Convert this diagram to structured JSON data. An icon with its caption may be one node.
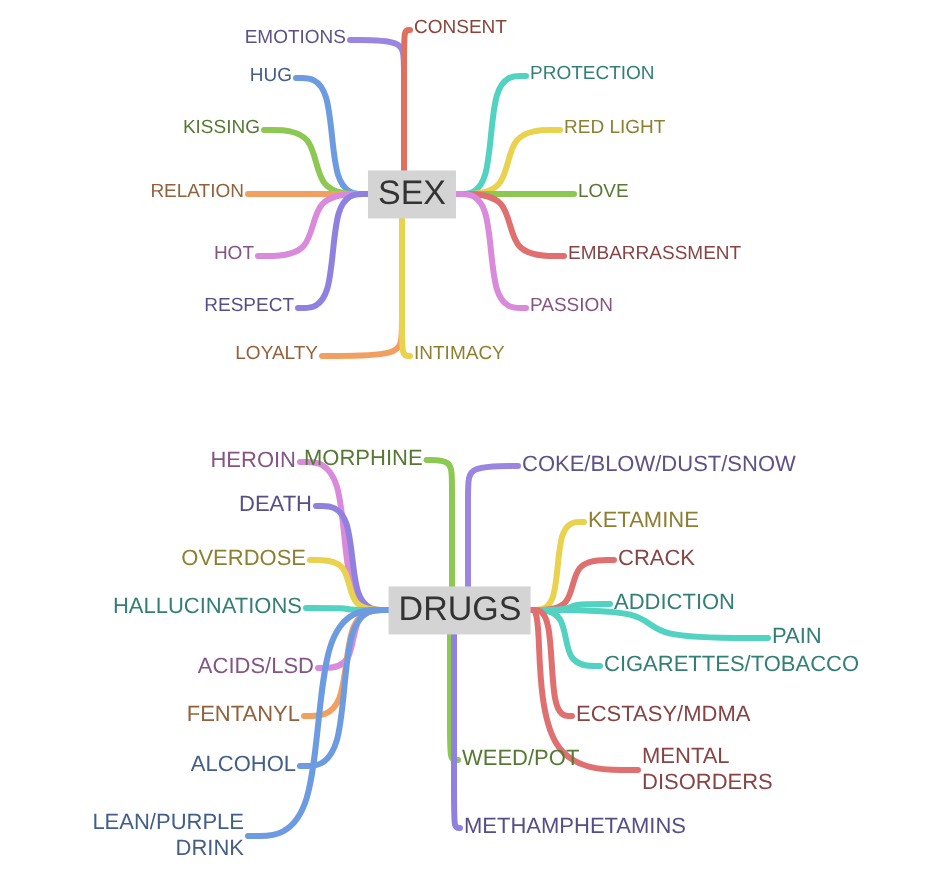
{
  "diagram": {
    "nodes": [
      {
        "text": [
          "SEX"
        ]
      },
      {
        "text": [
          "EMOTIONS"
        ]
      },
      {
        "text": [
          "CONSENT"
        ]
      },
      {
        "text": [
          "HUG"
        ]
      },
      {
        "text": [
          "PROTECTION"
        ]
      },
      {
        "text": [
          "KISSING"
        ]
      },
      {
        "text": [
          "RED LIGHT"
        ]
      },
      {
        "text": [
          "RELATION"
        ]
      },
      {
        "text": [
          "LOVE"
        ]
      },
      {
        "text": [
          "HOT"
        ]
      },
      {
        "text": [
          "EMBARRASSMENT"
        ]
      },
      {
        "text": [
          "RESPECT"
        ]
      },
      {
        "text": [
          "PASSION"
        ]
      },
      {
        "text": [
          "LOYALTY"
        ]
      },
      {
        "text": [
          "INTIMACY"
        ]
      },
      {
        "text": [
          "DRUGS"
        ]
      },
      {
        "text": [
          "HEROIN"
        ]
      },
      {
        "text": [
          "MORPHINE"
        ]
      },
      {
        "text": [
          "COKE/BLOW/DUST/SNOW"
        ]
      },
      {
        "text": [
          "DEATH"
        ]
      },
      {
        "text": [
          "KETAMINE"
        ]
      },
      {
        "text": [
          "CRACK"
        ]
      },
      {
        "text": [
          "OVERDOSE"
        ]
      },
      {
        "text": [
          "ADDICTION"
        ]
      },
      {
        "text": [
          "HALLUCINATIONS"
        ]
      },
      {
        "text": [
          "PAIN"
        ]
      },
      {
        "text": [
          "CIGARETTES/TOBACCO"
        ]
      },
      {
        "text": [
          "ACIDS/LSD"
        ]
      },
      {
        "text": [
          "FENTANYL"
        ]
      },
      {
        "text": [
          "ECSTASY/MDMA"
        ]
      },
      {
        "text": [
          "WEED/POT"
        ]
      },
      {
        "text": [
          "MENTAL DISORDERS"
        ]
      },
      {
        "text": [
          "ALCOHOL"
        ]
      },
      {
        "text": [
          "METHAMPHETAMINS"
        ]
      },
      {
        "text": [
          "LEAN/PURPLE DRINK"
        ]
      }
    ],
    "edges": [
      {
        "from": 0,
        "to": 1,
        "arrow": "none",
        "color": "#9a86e0"
      },
      {
        "from": 0,
        "to": 2,
        "arrow": "none",
        "color": "#e0705e"
      },
      {
        "from": 0,
        "to": 3,
        "arrow": "none",
        "color": "#6d9be2"
      },
      {
        "from": 0,
        "to": 4,
        "arrow": "none",
        "color": "#52d2c0"
      },
      {
        "from": 0,
        "to": 5,
        "arrow": "none",
        "color": "#8cc852"
      },
      {
        "from": 0,
        "to": 6,
        "arrow": "none",
        "color": "#e8d24e"
      },
      {
        "from": 0,
        "to": 7,
        "arrow": "none",
        "color": "#f2a062"
      },
      {
        "from": 0,
        "to": 8,
        "arrow": "none",
        "color": "#8cc852"
      },
      {
        "from": 0,
        "to": 9,
        "arrow": "none",
        "color": "#da8ada"
      },
      {
        "from": 0,
        "to": 10,
        "arrow": "none",
        "color": "#e07070"
      },
      {
        "from": 0,
        "to": 11,
        "arrow": "none",
        "color": "#9080e0"
      },
      {
        "from": 0,
        "to": 12,
        "arrow": "none",
        "color": "#da8ada"
      },
      {
        "from": 0,
        "to": 13,
        "arrow": "none",
        "color": "#f2a062"
      },
      {
        "from": 0,
        "to": 14,
        "arrow": "none",
        "color": "#e8d24e"
      },
      {
        "from": 15,
        "to": 16,
        "arrow": "none",
        "color": "#da8ada"
      },
      {
        "from": 15,
        "to": 17,
        "arrow": "none",
        "color": "#8cc852"
      },
      {
        "from": 15,
        "to": 18,
        "arrow": "none",
        "color": "#9a86e0"
      },
      {
        "from": 15,
        "to": 19,
        "arrow": "none",
        "color": "#9080e0"
      },
      {
        "from": 15,
        "to": 20,
        "arrow": "none",
        "color": "#e8d24e"
      },
      {
        "from": 15,
        "to": 21,
        "arrow": "none",
        "color": "#e07070"
      },
      {
        "from": 15,
        "to": 22,
        "arrow": "none",
        "color": "#e8d24e"
      },
      {
        "from": 15,
        "to": 23,
        "arrow": "none",
        "color": "#52d2c0"
      },
      {
        "from": 15,
        "to": 24,
        "arrow": "none",
        "color": "#52d2c0"
      },
      {
        "from": 15,
        "to": 25,
        "arrow": "none",
        "color": "#52d2c0"
      },
      {
        "from": 15,
        "to": 26,
        "arrow": "none",
        "color": "#52d2c0"
      },
      {
        "from": 15,
        "to": 27,
        "arrow": "none",
        "color": "#da8ada"
      },
      {
        "from": 15,
        "to": 28,
        "arrow": "none",
        "color": "#f2a062"
      },
      {
        "from": 15,
        "to": 29,
        "arrow": "none",
        "color": "#e07070"
      },
      {
        "from": 15,
        "to": 30,
        "arrow": "none",
        "color": "#8cc852"
      },
      {
        "from": 15,
        "to": 31,
        "arrow": "none",
        "color": "#e07070"
      },
      {
        "from": 15,
        "to": 32,
        "arrow": "none",
        "color": "#6d9be2"
      },
      {
        "from": 15,
        "to": 33,
        "arrow": "none",
        "color": "#9080e0"
      },
      {
        "from": 15,
        "to": 34,
        "arrow": "none",
        "color": "#6d9be2"
      }
    ]
  }
}
